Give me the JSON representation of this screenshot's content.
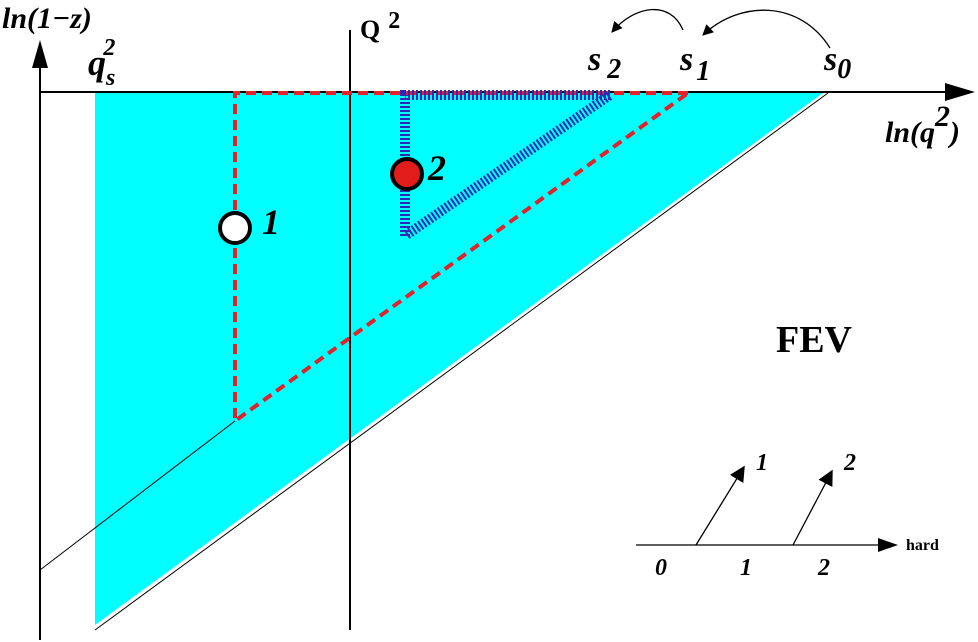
{
  "axes": {
    "y_label": "ln(1−z)",
    "x_label_main": "ln(q",
    "x_label_sup": "2",
    "x_label_close": ")"
  },
  "labels": {
    "qs_base": "q",
    "qs_sub": "s",
    "qs_sup": "2",
    "Q_base": "Q",
    "Q_sup": "2",
    "s0_base": "s",
    "s0_sub": "0",
    "s1_base": "s",
    "s1_sub": "1",
    "s2_base": "s",
    "s2_sub": "2",
    "emission1": "1",
    "emission2": "2",
    "fev": "FEV"
  },
  "inset": {
    "tick_labels": [
      "0",
      "1",
      "2"
    ],
    "arrow_labels": [
      "1",
      "2"
    ],
    "axis_label": "hard"
  },
  "colors": {
    "phase_space_fill": "#00ffff",
    "dashed_path": "#e0232a",
    "hatched_path": "#2a2ab8",
    "emission2_fill": "#e21b1b"
  }
}
